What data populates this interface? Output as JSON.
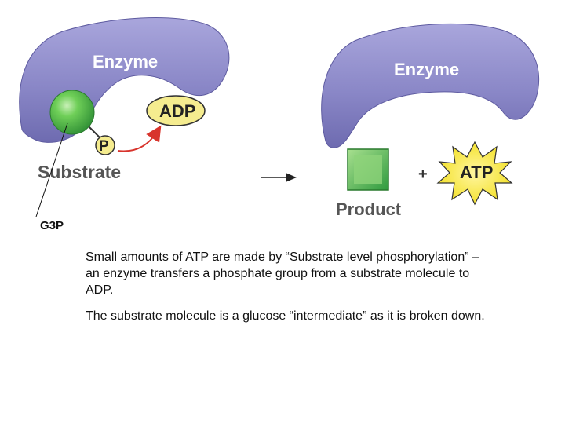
{
  "diagram": {
    "left_enzyme_label": "Enzyme",
    "right_enzyme_label": "Enzyme",
    "adp_label": "ADP",
    "phosphate_label": "P",
    "substrate_label": "Substrate",
    "plus_label": "+",
    "atp_label": "ATP",
    "product_label": "Product",
    "g3p_label": "G3P"
  },
  "colors": {
    "enzyme": "#8a87c7",
    "adp_fill": "#f5ec8f",
    "atp_fill": "#f7ea32",
    "substrate_sphere": "#4cb848",
    "product_square": "#5cb85c",
    "arrow_red": "#d8342c"
  },
  "text": {
    "paragraph_1": "Small amounts of ATP are made by “Substrate level phosphorylation” – an enzyme transfers a phosphate group from a substrate molecule to ADP.",
    "paragraph_2": "The substrate molecule is a glucose “intermediate” as it is broken down."
  }
}
